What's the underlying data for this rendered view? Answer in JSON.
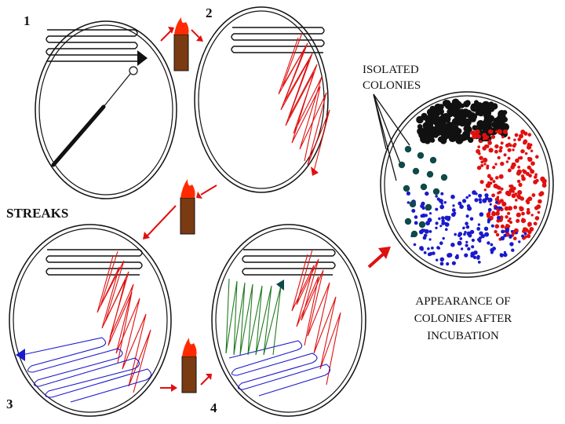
{
  "labels": {
    "step1": "1",
    "step2": "2",
    "step3": "3",
    "step4": "4",
    "streaks": "STREAKS",
    "isolated_line1": "ISOLATED",
    "isolated_line2": "COLONIES",
    "appearance_line1": "APPEARANCE OF",
    "appearance_line2": "COLONIES AFTER",
    "appearance_line3": "INCUBATION"
  },
  "colors": {
    "streak_black": "#111111",
    "streak_red": "#e01010",
    "streak_blue": "#1a1acc",
    "streak_green": "#1f7a1f",
    "colony_teal": "#0f4a4a",
    "arrow_red": "#e01010",
    "flame": "#ff2a00",
    "burner": "#7a3a12"
  },
  "icons": {
    "burner": "bunsen-burner-icon",
    "loop": "inoculating-loop-icon",
    "arrow": "arrow-icon"
  }
}
